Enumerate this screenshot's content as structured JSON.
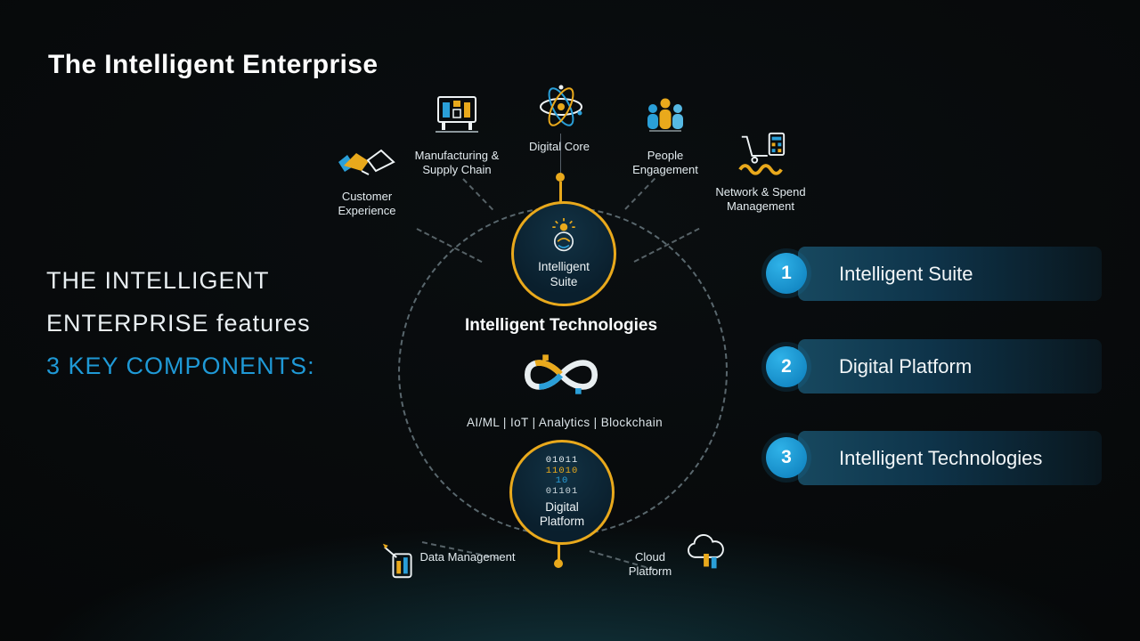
{
  "slide": {
    "title": "The Intelligent Enterprise"
  },
  "intro": {
    "line1": "THE INTELLIGENT",
    "line2": "ENTERPRISE features",
    "line3": "3 KEY COMPONENTS:"
  },
  "diagram": {
    "center_title": "Intelligent Technologies",
    "tech_list": "AI/ML  |  IoT  |  Analytics |  Blockchain",
    "top_node_label": "Intelligent Suite",
    "bottom_node_label": "Digital Platform",
    "binary_lines": [
      "01011",
      "11010",
      "10",
      "01101"
    ],
    "satellites": {
      "customer_experience": "Customer Experience",
      "manufacturing": "Manufacturing & Supply Chain",
      "digital_core": "Digital Core",
      "people_engagement": "People Engagement",
      "network_spend": "Network & Spend Management",
      "data_management": "Data Management",
      "cloud_platform": "Cloud Platform"
    }
  },
  "key_components": [
    {
      "num": "1",
      "label": "Intelligent Suite"
    },
    {
      "num": "2",
      "label": "Digital Platform"
    },
    {
      "num": "3",
      "label": "Intelligent Technologies"
    }
  ],
  "icons": [
    "handshake-icon",
    "factory-icon",
    "atom-icon",
    "people-icon",
    "cart-calculator-icon",
    "head-bulb-icon",
    "infinity-icon",
    "binary-glyph",
    "data-container-icon",
    "cloud-icon"
  ],
  "colors": {
    "gold": "#e9a91c",
    "accent_blue": "#1f99d6",
    "panel_blue": "#0e3349"
  }
}
